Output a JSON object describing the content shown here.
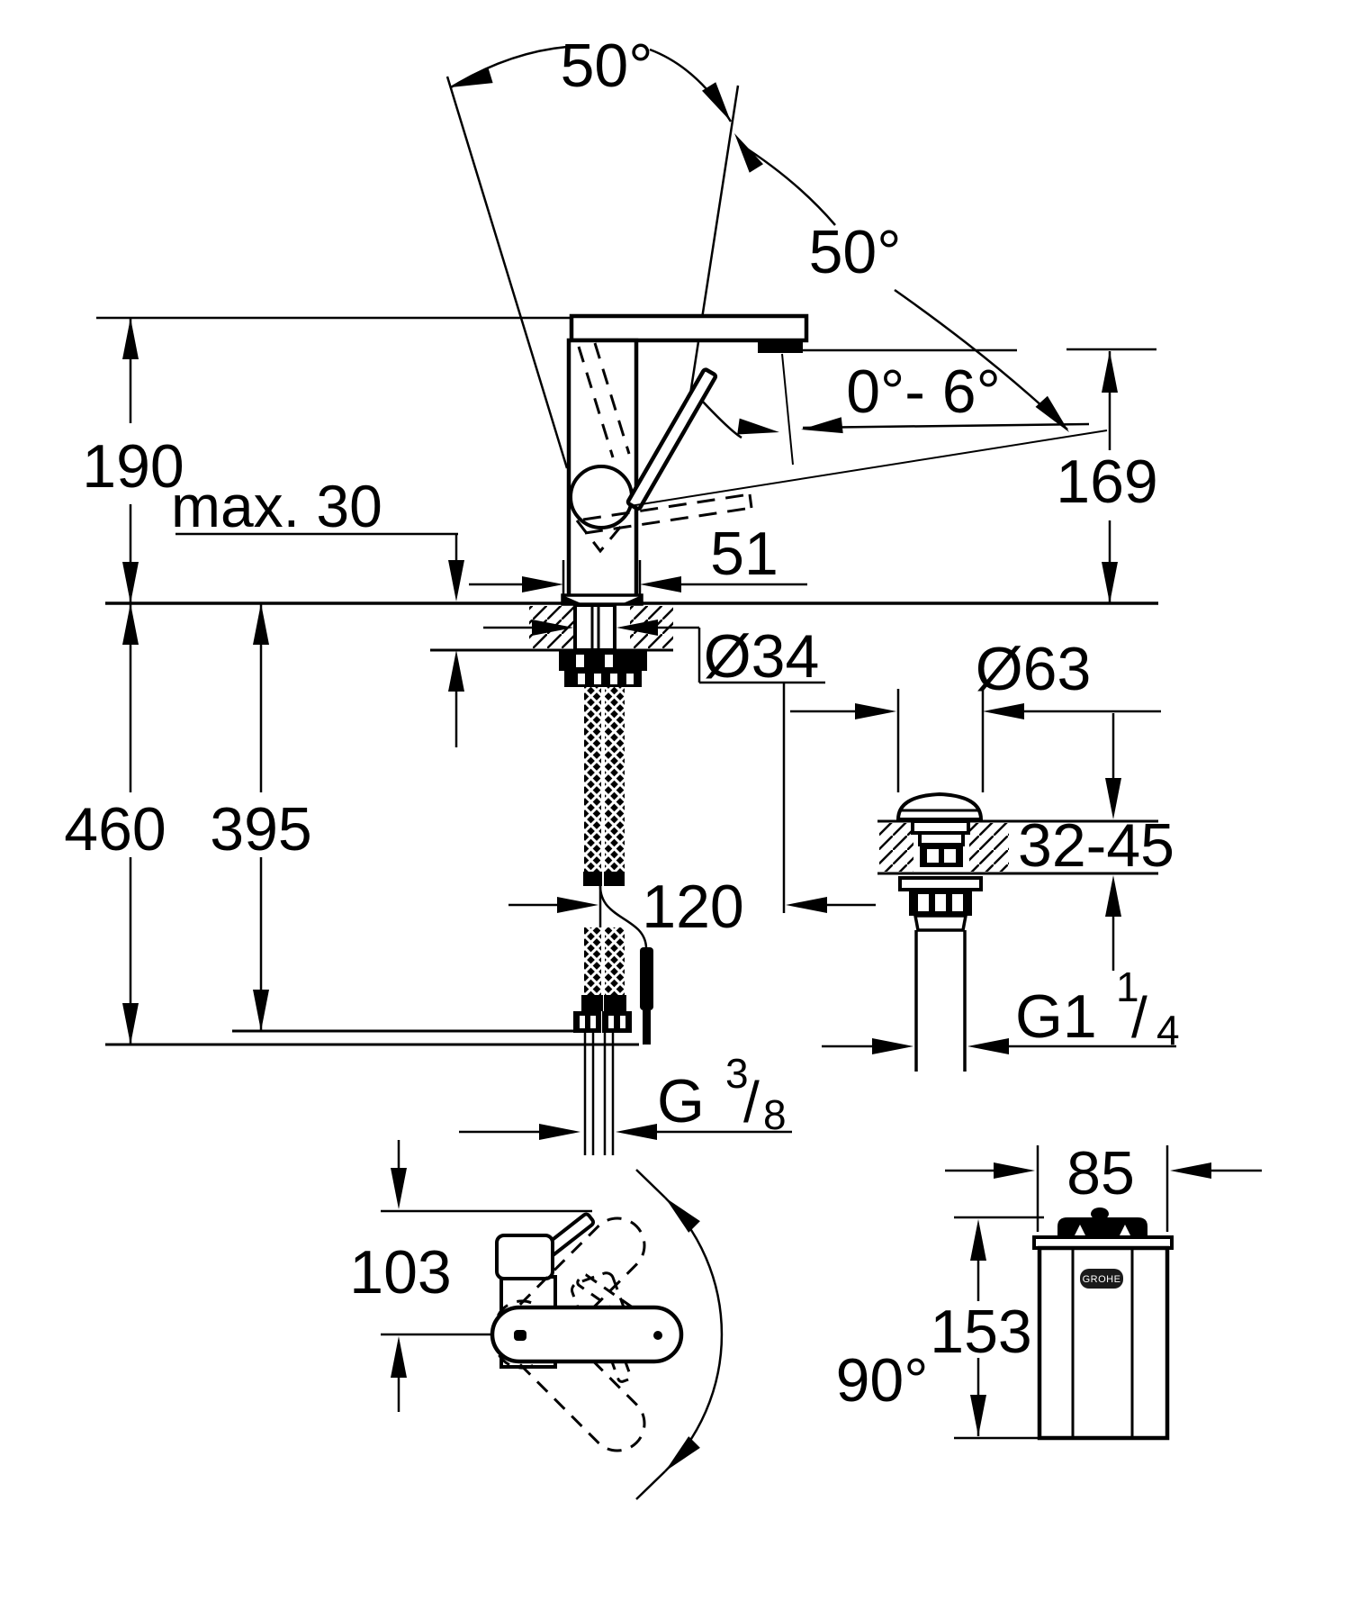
{
  "drawing": {
    "side_view": {
      "handle_swivel_left": "50°",
      "handle_swivel_right": "50°",
      "spout_tilt_range": "0°- 6°",
      "height_to_top": "190",
      "max_deck_thickness": "max. 30",
      "spout_outlet_height": "169",
      "body_depth": "51",
      "hole_diameter": "Ø34",
      "hose_offset": "120",
      "length_outer": "460",
      "length_inner": "395",
      "supply_thread": {
        "base": "G",
        "sup": "3",
        "slash": "/",
        "sub": "8"
      }
    },
    "drain_view": {
      "flange_diameter": "Ø63",
      "deck_thickness_range": "32-45",
      "drain_thread": {
        "base": "G1",
        "sup": "1",
        "slash": "/",
        "sub": "4"
      }
    },
    "top_view": {
      "handle_to_spout_axis": "103",
      "spout_swivel_range": "90°"
    },
    "rear_view": {
      "body_width": "85",
      "body_height": "153",
      "logo": "GROHE"
    }
  }
}
